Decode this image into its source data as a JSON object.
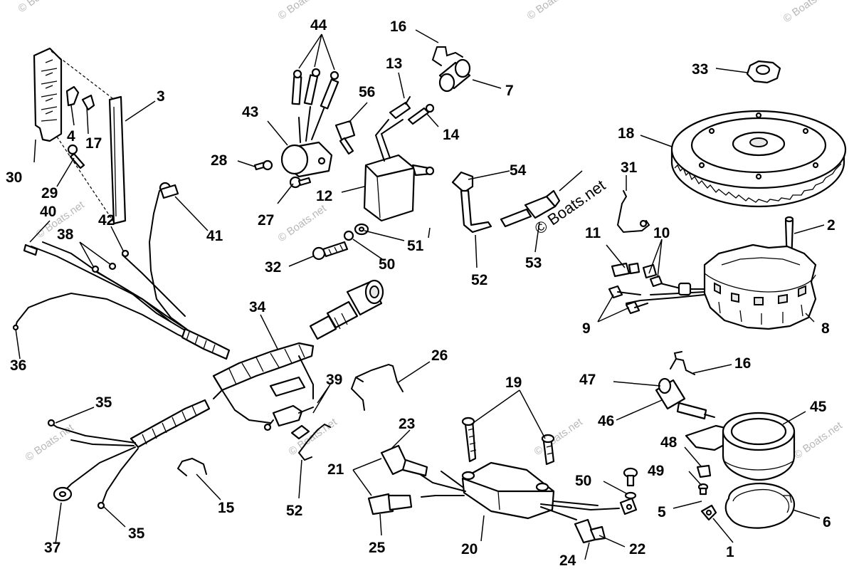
{
  "watermark": {
    "small": "© Boats.net",
    "large": "© Boats.net"
  },
  "callouts": [
    {
      "id": "c1",
      "text": "1"
    },
    {
      "id": "c2",
      "text": "2"
    },
    {
      "id": "c3",
      "text": "3"
    },
    {
      "id": "c4",
      "text": "4"
    },
    {
      "id": "c5",
      "text": "5"
    },
    {
      "id": "c6",
      "text": "6"
    },
    {
      "id": "c7",
      "text": "7"
    },
    {
      "id": "c8",
      "text": "8"
    },
    {
      "id": "c9",
      "text": "9"
    },
    {
      "id": "c10",
      "text": "10"
    },
    {
      "id": "c11",
      "text": "11"
    },
    {
      "id": "c12",
      "text": "12"
    },
    {
      "id": "c13",
      "text": "13"
    },
    {
      "id": "c14",
      "text": "14"
    },
    {
      "id": "c15",
      "text": "15"
    },
    {
      "id": "c16a",
      "text": "16"
    },
    {
      "id": "c16b",
      "text": "16"
    },
    {
      "id": "c17",
      "text": "17"
    },
    {
      "id": "c18",
      "text": "18"
    },
    {
      "id": "c19",
      "text": "19"
    },
    {
      "id": "c20",
      "text": "20"
    },
    {
      "id": "c21",
      "text": "21"
    },
    {
      "id": "c22",
      "text": "22"
    },
    {
      "id": "c23",
      "text": "23"
    },
    {
      "id": "c24",
      "text": "24"
    },
    {
      "id": "c25",
      "text": "25"
    },
    {
      "id": "c26",
      "text": "26"
    },
    {
      "id": "c27",
      "text": "27"
    },
    {
      "id": "c28",
      "text": "28"
    },
    {
      "id": "c29",
      "text": "29"
    },
    {
      "id": "c30",
      "text": "30"
    },
    {
      "id": "c31",
      "text": "31"
    },
    {
      "id": "c32",
      "text": "32"
    },
    {
      "id": "c33",
      "text": "33"
    },
    {
      "id": "c34",
      "text": "34"
    },
    {
      "id": "c35a",
      "text": "35"
    },
    {
      "id": "c35b",
      "text": "35"
    },
    {
      "id": "c36",
      "text": "36"
    },
    {
      "id": "c37",
      "text": "37"
    },
    {
      "id": "c38",
      "text": "38"
    },
    {
      "id": "c39",
      "text": "39"
    },
    {
      "id": "c40",
      "text": "40"
    },
    {
      "id": "c41",
      "text": "41"
    },
    {
      "id": "c42",
      "text": "42"
    },
    {
      "id": "c43",
      "text": "43"
    },
    {
      "id": "c44",
      "text": "44"
    },
    {
      "id": "c45",
      "text": "45"
    },
    {
      "id": "c46",
      "text": "46"
    },
    {
      "id": "c47",
      "text": "47"
    },
    {
      "id": "c48",
      "text": "48"
    },
    {
      "id": "c49",
      "text": "49"
    },
    {
      "id": "c50a",
      "text": "50"
    },
    {
      "id": "c50b",
      "text": "50"
    },
    {
      "id": "c51",
      "text": "51"
    },
    {
      "id": "c52a",
      "text": "52"
    },
    {
      "id": "c52b",
      "text": "52"
    },
    {
      "id": "c53",
      "text": "53"
    },
    {
      "id": "c54",
      "text": "54"
    },
    {
      "id": "c56",
      "text": "56"
    }
  ]
}
